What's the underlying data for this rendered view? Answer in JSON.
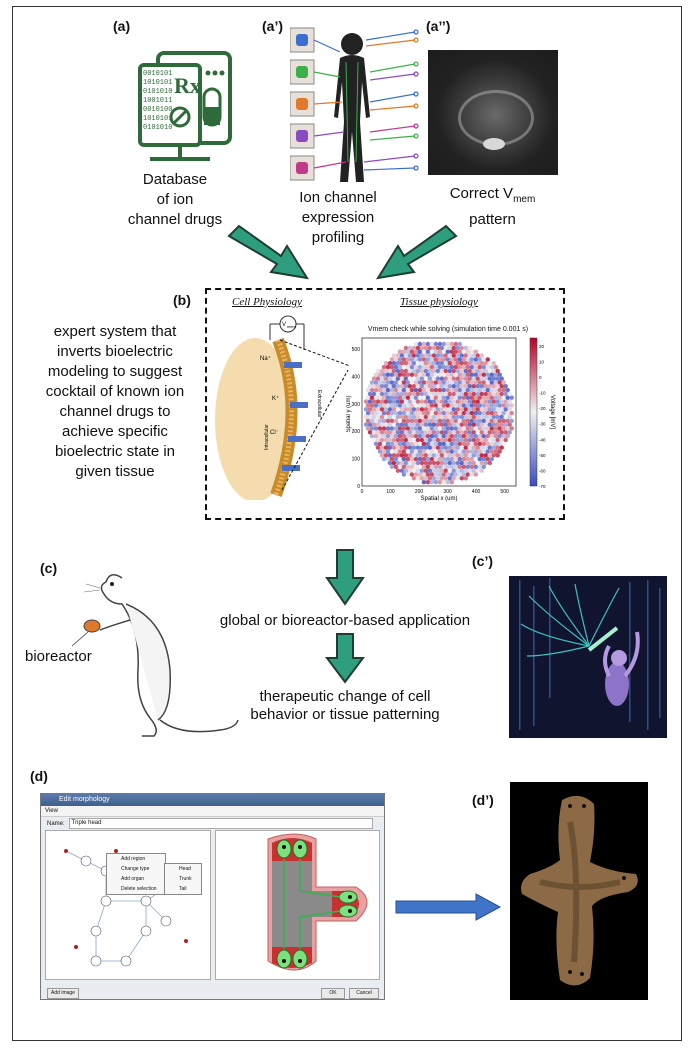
{
  "panels": {
    "a": {
      "label": "(a)",
      "caption": [
        "Database",
        "of ion",
        "channel drugs"
      ],
      "icon": "rx-database-icon",
      "icon_text": "Rx",
      "binary_lines": [
        "0010101",
        "1010101",
        "0101010",
        "1001011",
        "0010100",
        "1010101",
        "0101010"
      ]
    },
    "a1": {
      "label": "(a’)",
      "caption": [
        "Ion channel",
        "expression",
        "profiling"
      ],
      "icon": "human-body-ion-channel-figure"
    },
    "a2": {
      "label": "(a’’)",
      "caption_line1": "Correct V",
      "caption_sub": "mem",
      "caption_line2": "pattern"
    },
    "b": {
      "label": "(b)",
      "description": [
        "expert system that",
        "inverts bioelectric",
        "modeling to suggest",
        "cocktail of known ion",
        "channel drugs to",
        "achieve specific",
        "bioelectric state in",
        "given tissue"
      ],
      "cell_heading": "Cell Physiology",
      "tissue_heading": "Tissue physiology",
      "vmem_symbol": "V",
      "vmem_sub": "mem",
      "ions": [
        "Na⁺",
        "K⁺",
        "Cl⁻"
      ],
      "intracellular": "Intracellular",
      "extracellular": "Extracellular"
    },
    "c": {
      "label": "(c)",
      "bioreactor": "bioreactor"
    },
    "c1": {
      "label": "(c’)"
    },
    "flow": {
      "step1": "global or bioreactor-based application",
      "step2": [
        "therapeutic change of cell",
        "behavior or tissue patterning"
      ]
    },
    "d": {
      "label": "(d)",
      "window_title": "Edit morphology",
      "menu": "View",
      "name_label": "Name:",
      "name_value": "Triple head",
      "context_menu": [
        "Add region",
        "Change type",
        "Add organ",
        "Delete selection"
      ],
      "submenu": [
        "Head",
        "Trunk",
        "Tail"
      ],
      "buttons": {
        "add_image": "Add image",
        "ok": "OK",
        "cancel": "Cancel"
      }
    },
    "d1": {
      "label": "(d’)"
    }
  },
  "chart_data": {
    "type": "heatmap",
    "title": "Vmem check while solving (simulation time 0.001 s)",
    "xlabel": "Spatial x (um)",
    "ylabel": "Spatial y (um)",
    "colorbar_label": "Voltage [mV]",
    "xticks": [
      0,
      100,
      200,
      300,
      400,
      500
    ],
    "yticks": [
      0,
      100,
      200,
      300,
      400,
      500
    ],
    "colorbar_ticks": [
      20,
      10,
      0,
      -10,
      -20,
      -30,
      -40,
      -50,
      -60,
      -70
    ],
    "xlim": [
      0,
      540
    ],
    "ylim": [
      0,
      540
    ],
    "clim": [
      -70,
      25
    ],
    "colormap": "coolwarm",
    "colors": {
      "low": "#3b4cc0",
      "mid": "#f0f0f0",
      "high": "#b40426"
    }
  },
  "colors": {
    "arrow": "#2f9e7e",
    "accent_blue": "#3f74c9",
    "icon_green": "#2f6b3a"
  }
}
